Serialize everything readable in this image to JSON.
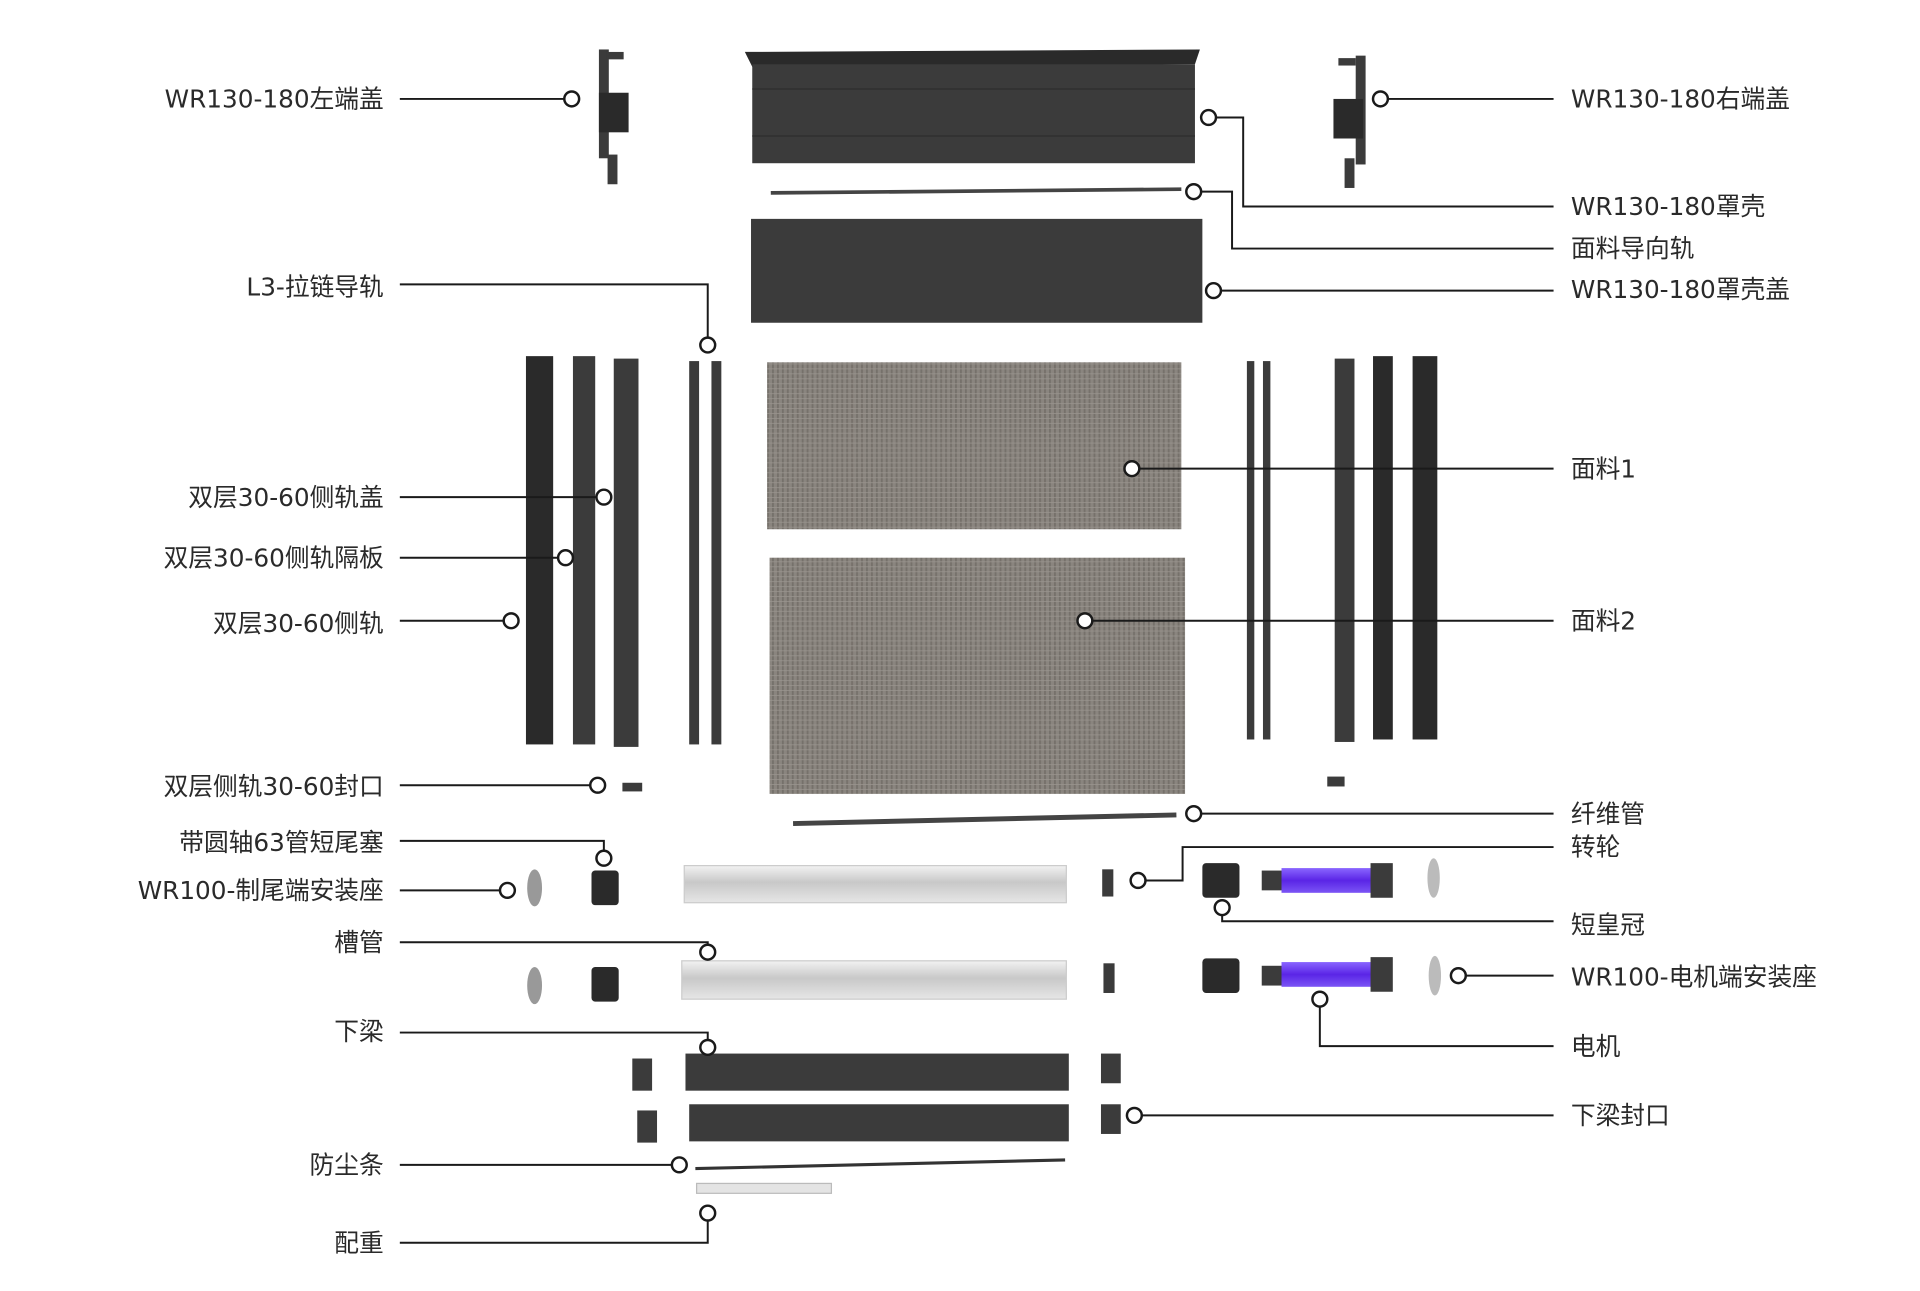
{
  "title": "Exploded view of a double-layer roller blind",
  "colors": {
    "profile": "#3b3b3b",
    "fabric": "#8a857f",
    "motor": "#6a3cf0",
    "tube": "#d8d8d8",
    "leader": "#1a1a1a"
  },
  "left_labels": [
    "WR130-180左端盖",
    "L3-拉链导轨",
    "双层30-60侧轨盖",
    "双层30-60侧轨隔板",
    "双层30-60侧轨",
    "双层侧轨30-60封口",
    "带圆轴63管短尾塞",
    "WR100-制尾端安装座",
    "槽管",
    "下梁",
    "防尘条",
    "配重"
  ],
  "right_labels": [
    "WR130-180右端盖",
    "WR130-180罩壳",
    "面料导向轨",
    "WR130-180罩壳盖",
    "面料1",
    "面料2",
    "纤维管",
    "转轮",
    "短皇冠",
    "WR100-电机端安装座",
    "电机",
    "下梁封口"
  ]
}
